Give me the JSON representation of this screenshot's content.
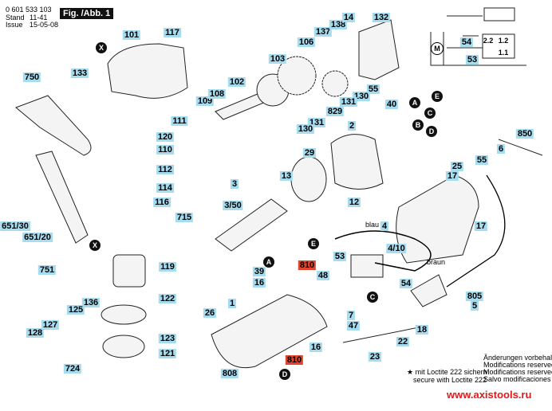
{
  "header": {
    "part_number": "0 601 533 103",
    "stand_label": "Stand",
    "issue_label": "Issue",
    "stand_value": "11-41",
    "issue_value": "15-05-08",
    "figure": "Fig. /Abb. 1"
  },
  "labels": [
    "101",
    "117",
    "133",
    "750",
    "109",
    "108",
    "102",
    "111",
    "120",
    "110",
    "112",
    "114",
    "116",
    "715",
    "651/30",
    "651/20",
    "751",
    "119",
    "122",
    "136",
    "125",
    "127",
    "128",
    "123",
    "121",
    "724",
    "103",
    "106",
    "137",
    "138",
    "14",
    "132",
    "55",
    "130",
    "131",
    "829",
    "131",
    "130",
    "40",
    "2",
    "29",
    "13",
    "3",
    "3/50",
    "17",
    "25",
    "55",
    "6",
    "850",
    "17",
    "12",
    "4",
    "4/10",
    "53",
    "54",
    "39",
    "810",
    "48",
    "16",
    "1",
    "26",
    "7",
    "47",
    "18",
    "22",
    "23",
    "16",
    "810",
    "808",
    "805",
    "5"
  ],
  "callouts": [
    "X",
    "X",
    "A",
    "C",
    "B",
    "D",
    "E",
    "A",
    "C",
    "D",
    "E"
  ],
  "wire_labels": {
    "blue": "blau",
    "brown": "braun"
  },
  "circuit": {
    "motor": "M",
    "n54": "54",
    "n53": "53",
    "c22": "2.2",
    "c12": "1.2",
    "c11": "1.1"
  },
  "notes": {
    "loctite_de": "★ mit Loctite 222 sichern",
    "loctite_en": "secure with Loctite 222",
    "mod_de": "Änderungen vorbehalten",
    "mod_en": "Modifications reserved",
    "mod_fr": "Modifications reservees",
    "mod_es": "Salvo modificaciones"
  },
  "watermark": "www.axistools.ru",
  "colors": {
    "label_bg": "#a6dcef",
    "highlight_bg": "#e0442c",
    "watermark": "#e01a1a"
  }
}
